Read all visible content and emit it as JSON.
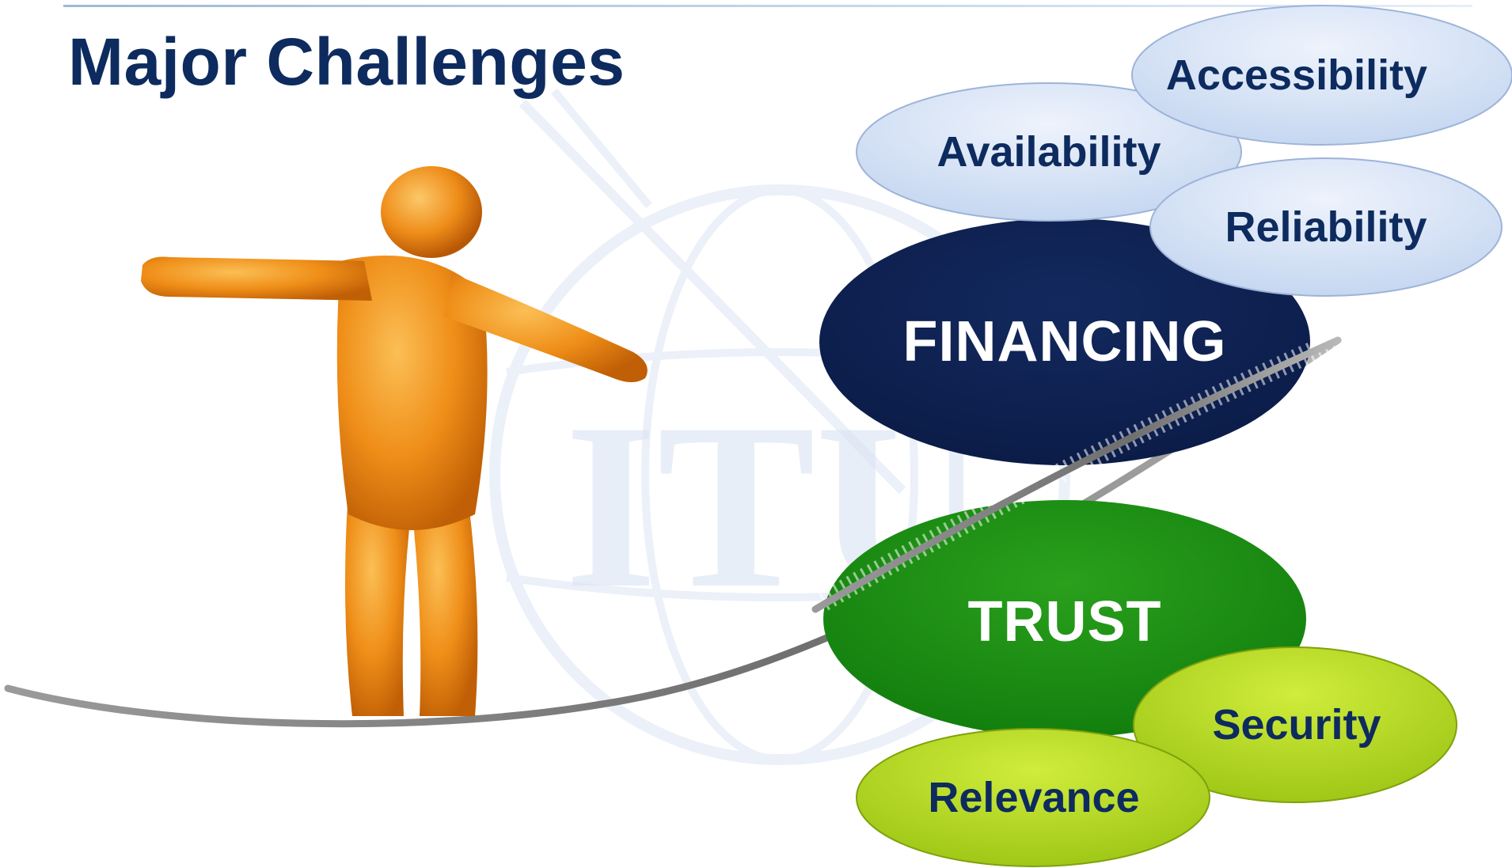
{
  "slide": {
    "title": "Major Challenges"
  },
  "watermark": {
    "text": "ITU"
  },
  "financing": {
    "label": "FINANCING",
    "color": "#0c1f4f",
    "sub_items": [
      {
        "label": "Availability"
      },
      {
        "label": "Accessibility"
      },
      {
        "label": "Reliability"
      }
    ]
  },
  "trust": {
    "label": "TRUST",
    "color": "#1a8a12",
    "sub_items": [
      {
        "label": "Security"
      },
      {
        "label": "Relevance"
      }
    ]
  },
  "colors": {
    "title": "#0d2b5e",
    "sub_bubble_blue": "#d4e2f6",
    "sub_bubble_green": "#b5d81c",
    "figure": "#e8850f"
  }
}
